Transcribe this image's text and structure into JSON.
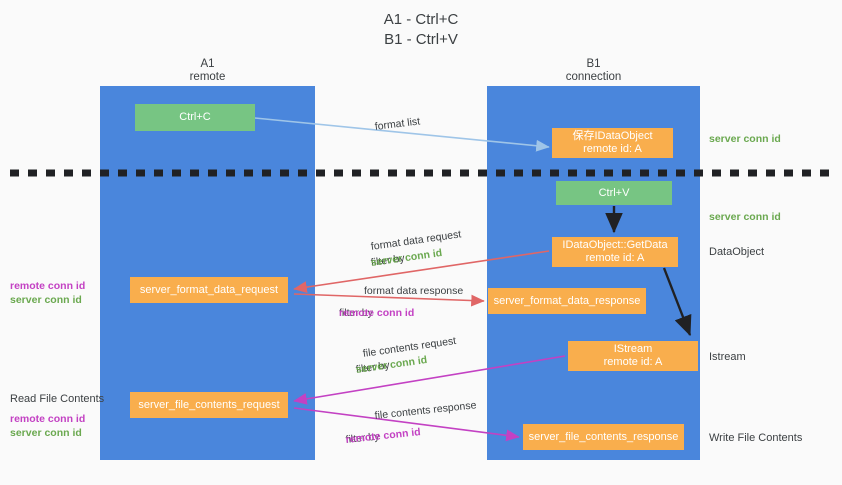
{
  "title": "A1 - Ctrl+C\nB1 - Ctrl+V",
  "colors": {
    "column_blue": "#4a86dc",
    "box_green": "#77c583",
    "box_orange": "#f9ae4d",
    "server_conn_green": "#6aa84f",
    "remote_conn_purple": "#c341c3",
    "arrow_blue": "#9fc5e8",
    "arrow_red": "#e06666",
    "arrow_magenta": "#c341c3",
    "arrow_black": "#202124",
    "background": "#fafafa",
    "text": "#3c4043"
  },
  "columns": [
    {
      "name": "A1",
      "sub": "remote",
      "header": "A1\nremote"
    },
    {
      "name": "B1",
      "sub": "connection",
      "header": "B1\nconnection"
    }
  ],
  "boxes": {
    "ctrl_c": "Ctrl+C",
    "idataobject": "保存IDataObject\nremote id: A",
    "ctrl_v": "Ctrl+V",
    "getdata": "IDataObject::GetData\nremote id: A",
    "format_data_request": "server_format_data_request",
    "format_data_response": "server_format_data_response",
    "istream": "IStream\nremote id: A",
    "file_contents_request": "server_file_contents_request",
    "file_contents_response": "server_file_contents_response"
  },
  "right_labels": {
    "server_conn_id_top": "server conn id",
    "server_conn_id_mid": "server conn id",
    "dataobject": "DataObject",
    "istream": "Istream",
    "write_file_contents": "Write File Contents"
  },
  "left_labels": {
    "read_file_contents": "Read File Contents",
    "remote_conn_id_1": "remote conn id",
    "server_conn_id_1": "server conn id",
    "remote_conn_id_2": "remote conn id",
    "server_conn_id_2": "server conn id"
  },
  "edge_labels": {
    "format_list": "format list",
    "format_data_request": "format data request",
    "format_data_request_filter_prefix": "filter by ",
    "format_data_request_filter_key": "server conn id",
    "format_data_response": "format data response",
    "format_data_response_filter_prefix": "filter by ",
    "format_data_response_filter_key": "remote conn id",
    "file_contents_request": "file contents request",
    "file_contents_request_filter_prefix": "filter by ",
    "file_contents_request_filter_key": "server conn id",
    "file_contents_response": "file contents response",
    "file_contents_response_filter_prefix": "filter by ",
    "file_contents_response_filter_key": "remote conn id"
  }
}
